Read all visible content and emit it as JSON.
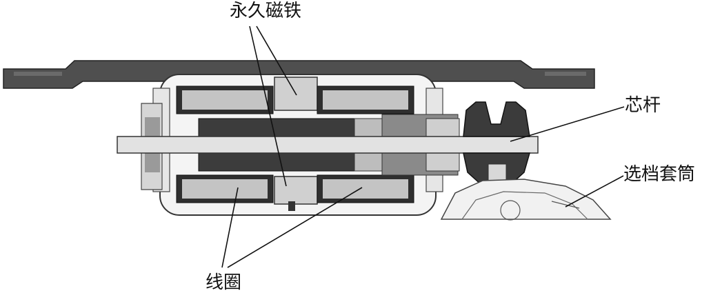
{
  "labels": {
    "permanent_magnet": "永久磁铁",
    "core_rod": "芯杆",
    "shift_sleeve": "选档套筒",
    "coil": "线圈"
  },
  "colors": {
    "plate": "#4a4a4a",
    "housing_fill": "#f2f2f2",
    "housing_stroke": "#3a3a3a",
    "coil_dark": "#2b2b2b",
    "coil_face": "#bdbdbd",
    "core_dark": "#3c3c3c",
    "rod": "#dcdcdc",
    "leader": "#111111"
  }
}
